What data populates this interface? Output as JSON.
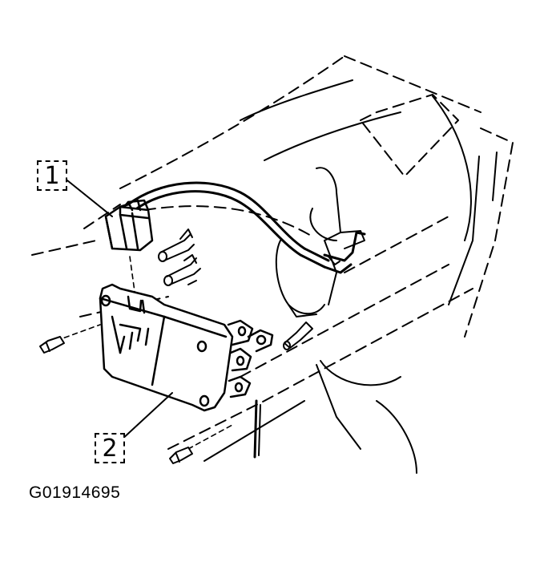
{
  "callouts": [
    {
      "number": "1"
    },
    {
      "number": "2"
    }
  ],
  "figure_id": "G01914695"
}
